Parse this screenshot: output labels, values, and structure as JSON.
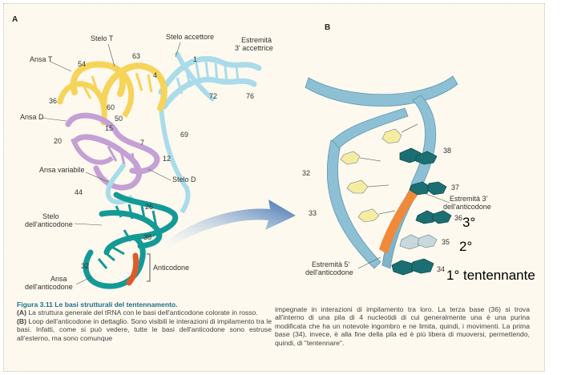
{
  "panel_a": {
    "letter": "A",
    "labels": {
      "stelo_t": "Stelo T",
      "stelo_accettore": "Stelo accettore",
      "estremita_line1": "Estremità",
      "estremita_line2": "3' accettrice",
      "ansa_t": "Ansa T",
      "ansa_d": "Ansa D",
      "ansa_variabile": "Ansa variabile",
      "stelo_d": "Stelo D",
      "stelo_anticodone_line1": "Stelo",
      "stelo_anticodone_line2": "dell'anticodone",
      "anticodone": "Anticodone",
      "ansa_anticodone_line1": "Ansa",
      "ansa_anticodone_line2": "dell'anticodone"
    },
    "numbers": {
      "n54": "54",
      "n63": "63",
      "n1": "1",
      "n4": "4",
      "n72": "72",
      "n76": "76",
      "n36": "36",
      "n60": "60",
      "n50": "50",
      "n15": "15",
      "n69": "69",
      "n20": "20",
      "n7": "7",
      "n12": "12",
      "n44": "44",
      "n26": "26",
      "n38": "38",
      "n32": "32"
    }
  },
  "panel_b": {
    "letter": "B",
    "labels": {
      "estremita3_line1": "Estremità 3'",
      "estremita3_line2": "dell'anticodone",
      "estremita5_line1": "Estremità 5'",
      "estremita5_line2": "dell'anticodone"
    },
    "numbers": {
      "n38": "38",
      "n37": "37",
      "n36": "36",
      "n35": "35",
      "n34": "34",
      "n32": "32",
      "n33": "33"
    }
  },
  "annotations": {
    "a3": "3°",
    "a2": "2°",
    "a1": "1° tentennante"
  },
  "caption": {
    "title": "Figura 3.11 Le basi strutturali del tentennamento.",
    "p1_label": "(A)",
    "p1": "La struttura generale del tRNA con le basi dell'anticodone colorate in rosso.",
    "p2_label": "(B)",
    "p2": "Loop dell'anticodone in dettaglio. Sono visibili le interazioni di impilamento tra le basi. Infatti, come si può vedere, tutte le basi dell'anticodone sono estruse all'esterno, ma sono comunque",
    "p3": "impegnate in interazioni di impilamento tra loro. La terza base (36) si trova all'interno di una pila di 4 nucleotidi di cui generalmente una è una purina modificata che ha un notevole ingombro e ne limita, quindi, i movimenti. La prima base (34), invece, è alla fine della pila ed è più libera di muoversi, permettendo, quindi, di \"tentennare\"."
  },
  "colors": {
    "yellow": "#f6d45a",
    "light_blue": "#a9dcea",
    "purple": "#c4a0d4",
    "teal": "#149a96",
    "red": "#e05a2a",
    "ribbon": "#8dc0d4",
    "dark_base": "#1b6f72",
    "light_base": "#f4eda0",
    "orange": "#f08a3a",
    "arrow": "#3a6fb0",
    "caption_title": "#1f6e8a"
  }
}
